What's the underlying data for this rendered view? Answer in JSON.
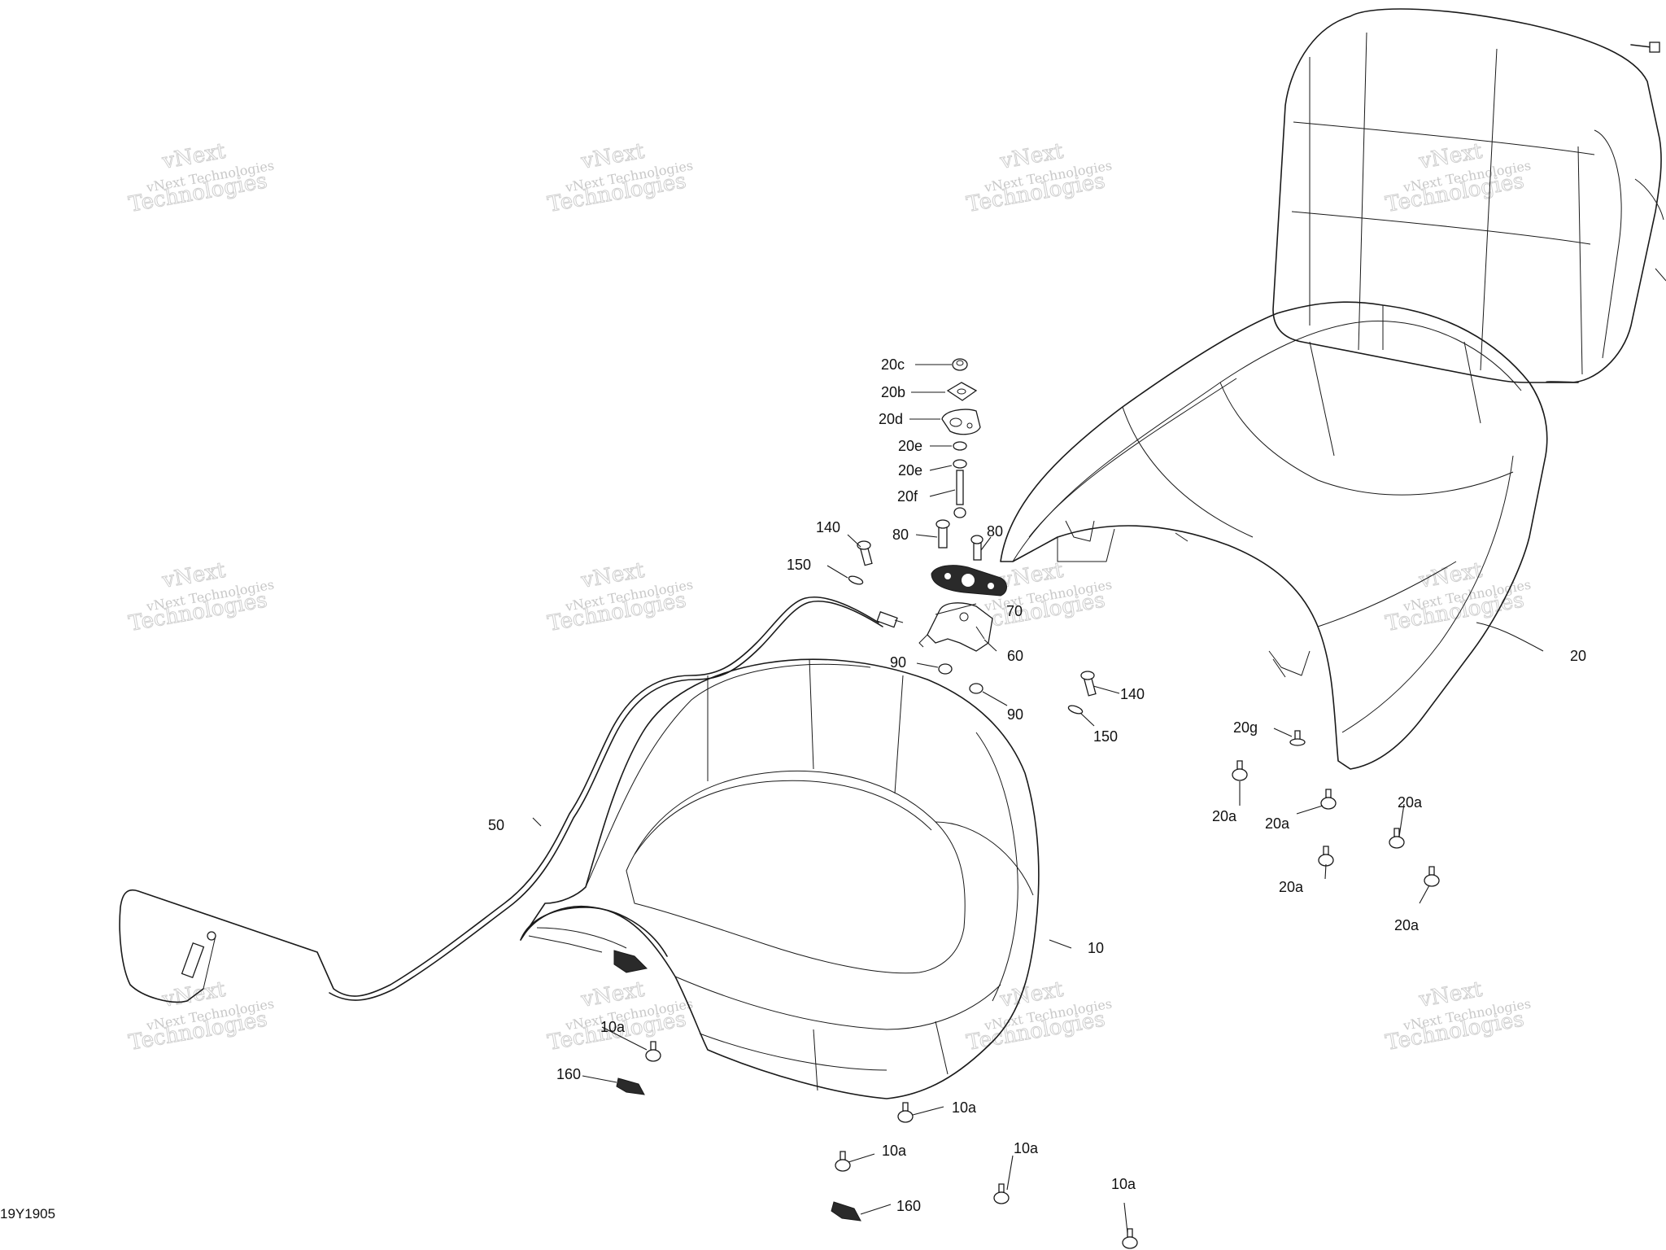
{
  "diagram_code": "19Y1905",
  "watermark": {
    "line1": "vNext Technologies",
    "line2": "Technologies",
    "top_word": "vNext"
  },
  "callouts": {
    "c10": "10",
    "c10a_1": "10a",
    "c10a_2": "10a",
    "c10a_3": "10a",
    "c10a_4": "10a",
    "c10a_5": "10a",
    "c20": "20",
    "c20a_1": "20a",
    "c20a_2": "20a",
    "c20a_3": "20a",
    "c20a_4": "20a",
    "c20a_5": "20a",
    "c20b": "20b",
    "c20c": "20c",
    "c20d": "20d",
    "c20e_1": "20e",
    "c20e_2": "20e",
    "c20f": "20f",
    "c20g": "20g",
    "c50": "50",
    "c60": "60",
    "c70": "70",
    "c80_1": "80",
    "c80_2": "80",
    "c90_1": "90",
    "c90_2": "90",
    "c140_1": "140",
    "c140_2": "140",
    "c150_1": "150",
    "c150_2": "150",
    "c160_1": "160",
    "c160_2": "160"
  }
}
